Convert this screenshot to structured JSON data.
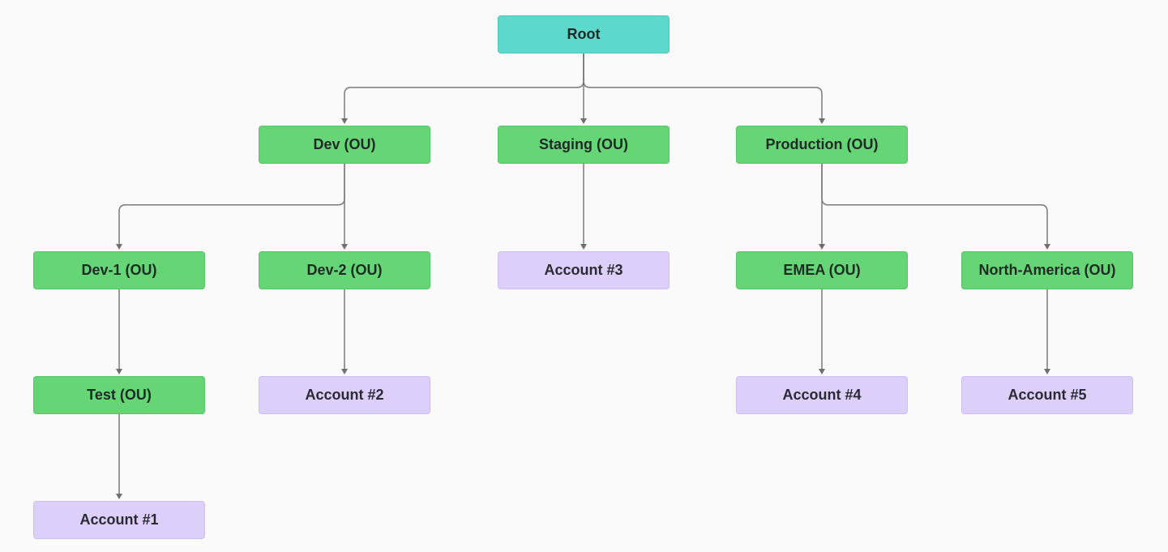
{
  "colors": {
    "root": "#5cd9cc",
    "ou": "#66d575",
    "account": "#dcd0fb",
    "connector": "#7b7b7b"
  },
  "nodes": {
    "root": "Root",
    "dev": "Dev (OU)",
    "staging": "Staging (OU)",
    "production": "Production (OU)",
    "dev1": "Dev-1 (OU)",
    "dev2": "Dev-2 (OU)",
    "account3": "Account #3",
    "emea": "EMEA (OU)",
    "north_america": "North-America (OU)",
    "test": "Test (OU)",
    "account2": "Account #2",
    "account4": "Account #4",
    "account5": "Account #5",
    "account1": "Account #1"
  },
  "edges": [
    [
      "root",
      "dev"
    ],
    [
      "root",
      "staging"
    ],
    [
      "root",
      "production"
    ],
    [
      "dev",
      "dev1"
    ],
    [
      "dev",
      "dev2"
    ],
    [
      "staging",
      "account3"
    ],
    [
      "production",
      "emea"
    ],
    [
      "production",
      "north_america"
    ],
    [
      "dev1",
      "test"
    ],
    [
      "test",
      "account1"
    ],
    [
      "dev2",
      "account2"
    ],
    [
      "emea",
      "account4"
    ],
    [
      "north_america",
      "account5"
    ]
  ]
}
